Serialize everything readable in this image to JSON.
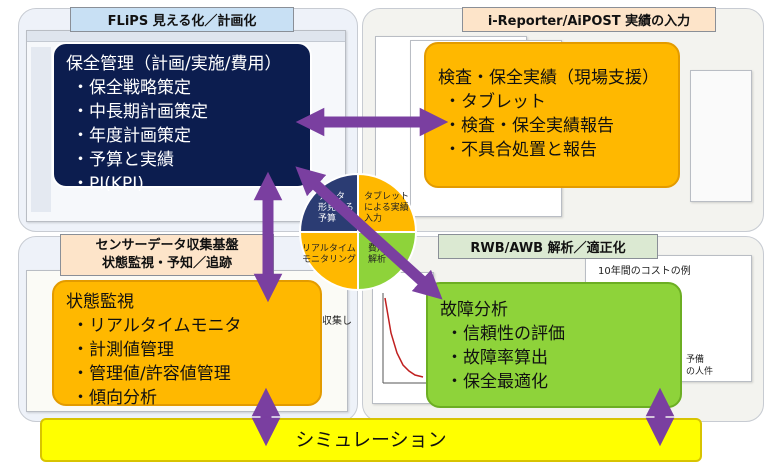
{
  "quadrants": {
    "top_left_title": "FLiPS 見える化／計画化",
    "top_right_title": "i-Reporter/AiPOST 実績の入力",
    "bottom_left_title_line1": "センサーデータ収集基盤",
    "bottom_left_title_line2": "状態監視・予知／追跡",
    "bottom_right_title": "RWB/AWB 解析／適正化"
  },
  "boxes": {
    "maintenance": {
      "heading": "保全管理（計画/実施/費用）",
      "items": [
        "・保全戦略策定",
        "・中長期計画策定",
        "・年度計画策定",
        "・予算と実績",
        "・PI(KPI)"
      ]
    },
    "inspection": {
      "heading": "検査・保全実績（現場支援）",
      "items": [
        "・タブレット",
        "・検査・保全実績報告",
        "・不具合処置と報告"
      ]
    },
    "monitoring": {
      "heading": "状態監視",
      "items": [
        "・リアルタイムモニタ",
        "・計測値管理",
        "・管理値/許容値管理",
        "・傾向分析"
      ]
    },
    "failure": {
      "heading": "故障分析",
      "items": [
        "・信頼性の評価",
        "・故障率算出",
        "・保全最適化"
      ]
    }
  },
  "pie": {
    "seg_top_left": [
      "データ",
      "形見える",
      "予算"
    ],
    "seg_top_right": [
      "タブレット",
      "による実績",
      "入力"
    ],
    "seg_bottom_left": [
      "リアルタイム",
      "モニタリング"
    ],
    "seg_bottom_right": [
      "費用",
      "解析"
    ]
  },
  "misc": {
    "chart_caption": "10年間のコストの例",
    "fragment_collect": "収集し",
    "fragment_plan": "予備",
    "fragment_count": "の人件"
  },
  "simulation": {
    "label": "シミュレーション"
  },
  "colors": {
    "navy": "#0c1d4f",
    "orange": "#ffb800",
    "green": "#8ed33a",
    "arrow": "#7a3fa0",
    "simulation": "#ffff00"
  }
}
